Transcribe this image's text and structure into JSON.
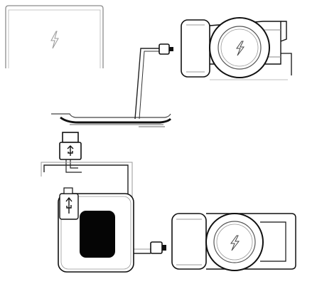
{
  "diagram": {
    "colors": {
      "line": "#111111",
      "grey": "#8c8c8c",
      "fill_dark": "#050505",
      "background": "#ffffff"
    },
    "components": [
      {
        "id": "laptop",
        "icon": "lightning-bolt-icon"
      },
      {
        "id": "laptop-base"
      },
      {
        "id": "usb-c-plug-top"
      },
      {
        "id": "wireless-charger-stand-top",
        "icon": "lightning-bolt-icon"
      },
      {
        "id": "usb-a-plug"
      },
      {
        "id": "power-adapter",
        "icon": "plug-icon"
      },
      {
        "id": "usb-c-plug-bottom"
      },
      {
        "id": "wireless-charger-stand-bottom",
        "icon": "lightning-bolt-icon"
      }
    ]
  }
}
